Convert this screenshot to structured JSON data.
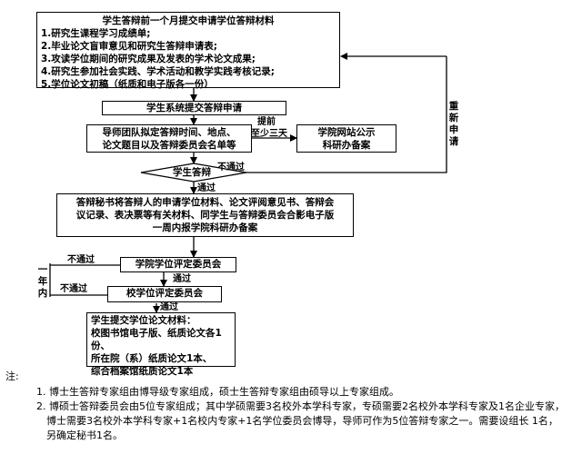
{
  "boxes": {
    "apply": {
      "title": "学生答辩前一个月提交申请学位答辩材料",
      "items": [
        "1.研究生课程学习成绩单;",
        "2.毕业论文盲审意见和研究生答辩申请表;",
        "3.攻读学位期间的研究成果及发表的学术论文成果;",
        "4.研究生参加社会实践、学术活动和教学实践考核记录;",
        "5.学位论文初稿（纸质和电子版各一份）"
      ]
    },
    "system": "学生系统提交答辩申请",
    "mentor": [
      "导师团队拟定答辩时间、地点、",
      "论文题目以及答辩委员会名单等"
    ],
    "publish": [
      "学院网站公示",
      "科研办备案"
    ],
    "defense": "学生答辩",
    "secretary": [
      "答辩秘书将答辩人的申请学位材料、论文评阅意见书、答辩会",
      "议记录、表决票等有关材料、同学生与答辩委员会合影电子版",
      "一周内报学院科研办备案"
    ],
    "college": "学院学位评定委员会",
    "school": "校学位评定委员会",
    "submit": [
      "学生提交学位论文材料：",
      "校图书馆电子版、纸质论文各1份、",
      "所在院（系）纸质论文1本、",
      "综合档案馆纸质论文1本"
    ]
  },
  "labels": {
    "advance": [
      "提前",
      "至少三天"
    ],
    "reapply": "重新申请",
    "fail1": "不通过",
    "pass1": "通过",
    "fail2": "不通过",
    "pass2": "通过",
    "fail3": "不通过",
    "pass3": "通过",
    "one_year": "一年内"
  },
  "notes": {
    "heading": "注:",
    "items": [
      "1. 博士生答辩专家组由博导级专家组成，硕士生答辩专家组由硕导以上专家组成。",
      "2. 博硕士答辩委员会由5位专家组成；其中学硕需要3名校外本学科专家，专硕需要2名校外本学科专家及1名企业专家，",
      "博士需要3名校外本学科专家+1名校内专家+1名学位委员会博导，导师可作为5位答辩专家之一。需要设组长 1名，",
      "另确定秘书1名。"
    ]
  }
}
